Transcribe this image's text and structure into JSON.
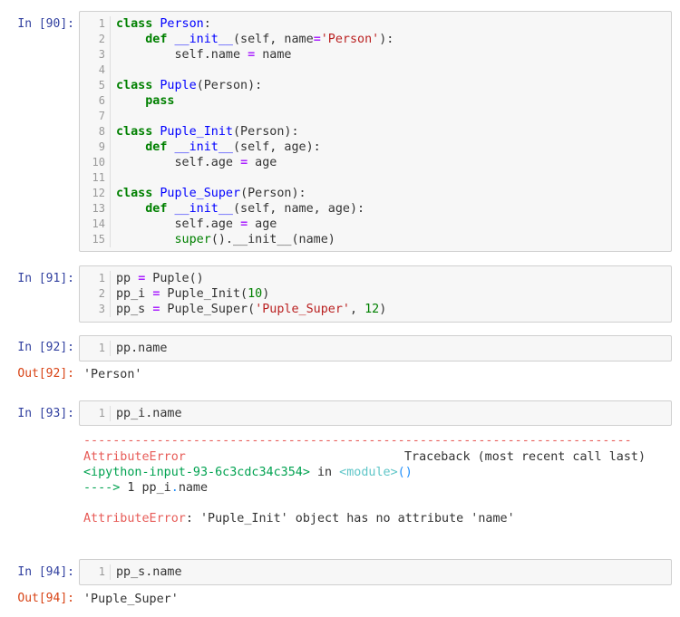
{
  "cells": [
    {
      "prompt": "In [90]:",
      "lines": [
        [
          [
            "class",
            "kw"
          ],
          [
            " ",
            "p"
          ],
          [
            "Person",
            "def"
          ],
          [
            ":",
            "p"
          ]
        ],
        [
          [
            "    ",
            "p"
          ],
          [
            "def",
            "kw"
          ],
          [
            " ",
            "p"
          ],
          [
            "__init__",
            "def"
          ],
          [
            "(self, name",
            "p"
          ],
          [
            "=",
            "op"
          ],
          [
            "'Person'",
            "str"
          ],
          [
            "):",
            "p"
          ]
        ],
        [
          [
            "        self.name ",
            "p"
          ],
          [
            "=",
            "op"
          ],
          [
            " name",
            "p"
          ]
        ],
        [],
        [
          [
            "class",
            "kw"
          ],
          [
            " ",
            "p"
          ],
          [
            "Puple",
            "def"
          ],
          [
            "(Person):",
            "p"
          ]
        ],
        [
          [
            "    ",
            "p"
          ],
          [
            "pass",
            "kw"
          ]
        ],
        [],
        [
          [
            "class",
            "kw"
          ],
          [
            " ",
            "p"
          ],
          [
            "Puple_Init",
            "def"
          ],
          [
            "(Person):",
            "p"
          ]
        ],
        [
          [
            "    ",
            "p"
          ],
          [
            "def",
            "kw"
          ],
          [
            " ",
            "p"
          ],
          [
            "__init__",
            "def"
          ],
          [
            "(self, age):",
            "p"
          ]
        ],
        [
          [
            "        self.age ",
            "p"
          ],
          [
            "=",
            "op"
          ],
          [
            " age",
            "p"
          ]
        ],
        [],
        [
          [
            "class",
            "kw"
          ],
          [
            " ",
            "p"
          ],
          [
            "Puple_Super",
            "def"
          ],
          [
            "(Person):",
            "p"
          ]
        ],
        [
          [
            "    ",
            "p"
          ],
          [
            "def",
            "kw"
          ],
          [
            " ",
            "p"
          ],
          [
            "__init__",
            "def"
          ],
          [
            "(self, name, age):",
            "p"
          ]
        ],
        [
          [
            "        self.age ",
            "p"
          ],
          [
            "=",
            "op"
          ],
          [
            " age",
            "p"
          ]
        ],
        [
          [
            "        ",
            "p"
          ],
          [
            "super",
            "bi"
          ],
          [
            "().__init__(name)",
            "p"
          ]
        ]
      ]
    },
    {
      "prompt": "In [91]:",
      "lines": [
        [
          [
            "pp ",
            "p"
          ],
          [
            "=",
            "op"
          ],
          [
            " Puple()",
            "p"
          ]
        ],
        [
          [
            "pp_i ",
            "p"
          ],
          [
            "=",
            "op"
          ],
          [
            " Puple_Init(",
            "p"
          ],
          [
            "10",
            "num"
          ],
          [
            ")",
            "p"
          ]
        ],
        [
          [
            "pp_s ",
            "p"
          ],
          [
            "=",
            "op"
          ],
          [
            " Puple_Super(",
            "p"
          ],
          [
            "'Puple_Super'",
            "str"
          ],
          [
            ", ",
            "p"
          ],
          [
            "12",
            "num"
          ],
          [
            ")",
            "p"
          ]
        ]
      ]
    },
    {
      "prompt": "In [92]:",
      "lines": [
        [
          [
            "pp.name",
            "p"
          ]
        ]
      ]
    },
    {
      "prompt": "In [93]:",
      "lines": [
        [
          [
            "pp_i.name",
            "p"
          ]
        ]
      ]
    },
    {
      "prompt": "In [94]:",
      "lines": [
        [
          [
            "pp_s.name",
            "p"
          ]
        ]
      ]
    }
  ],
  "outputs": {
    "out92": {
      "prompt": "Out[92]:",
      "text": "'Person'"
    },
    "out94": {
      "prompt": "Out[94]:",
      "text": "'Puple_Super'"
    }
  },
  "traceback": {
    "dashes": "---------------------------------------------------------------------------",
    "error_name": "AttributeError",
    "header": "Traceback (most recent call last)",
    "input_ref": "<ipython-input-93-6c3cdc34c354>",
    "in_word": " in ",
    "module": "<module>",
    "parens": "()",
    "arrow": "---->",
    "arrow_line": " 1 pp_i",
    "arrow_dot": ".",
    "arrow_rest": "name",
    "final_name": "AttributeError",
    "final_msg": ": 'Puple_Init' object has no attribute 'name'"
  }
}
